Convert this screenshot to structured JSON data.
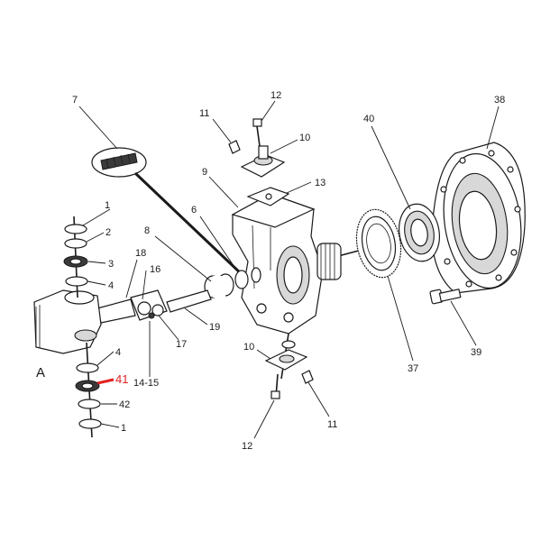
{
  "diagram": {
    "view_label": "A",
    "highlight_color": "#e02020",
    "callouts": [
      {
        "id": "c7",
        "text": "7"
      },
      {
        "id": "c11a",
        "text": "11"
      },
      {
        "id": "c12a",
        "text": "12"
      },
      {
        "id": "c10a",
        "text": "10"
      },
      {
        "id": "c40",
        "text": "40"
      },
      {
        "id": "c38",
        "text": "38"
      },
      {
        "id": "c9",
        "text": "9"
      },
      {
        "id": "c13",
        "text": "13"
      },
      {
        "id": "c1a",
        "text": "1"
      },
      {
        "id": "c2",
        "text": "2"
      },
      {
        "id": "c6",
        "text": "6"
      },
      {
        "id": "c8",
        "text": "8"
      },
      {
        "id": "c3",
        "text": "3"
      },
      {
        "id": "c18",
        "text": "18"
      },
      {
        "id": "c16",
        "text": "16"
      },
      {
        "id": "c4a",
        "text": "4"
      },
      {
        "id": "c19",
        "text": "19"
      },
      {
        "id": "c17",
        "text": "17"
      },
      {
        "id": "c4b",
        "text": "4"
      },
      {
        "id": "c41",
        "text": "41"
      },
      {
        "id": "c1415",
        "text": "14-15"
      },
      {
        "id": "c42",
        "text": "42"
      },
      {
        "id": "c1b",
        "text": "1"
      },
      {
        "id": "c10b",
        "text": "10"
      },
      {
        "id": "c39",
        "text": "39"
      },
      {
        "id": "c37",
        "text": "37"
      },
      {
        "id": "c11b",
        "text": "11"
      },
      {
        "id": "c12b",
        "text": "12"
      }
    ]
  }
}
